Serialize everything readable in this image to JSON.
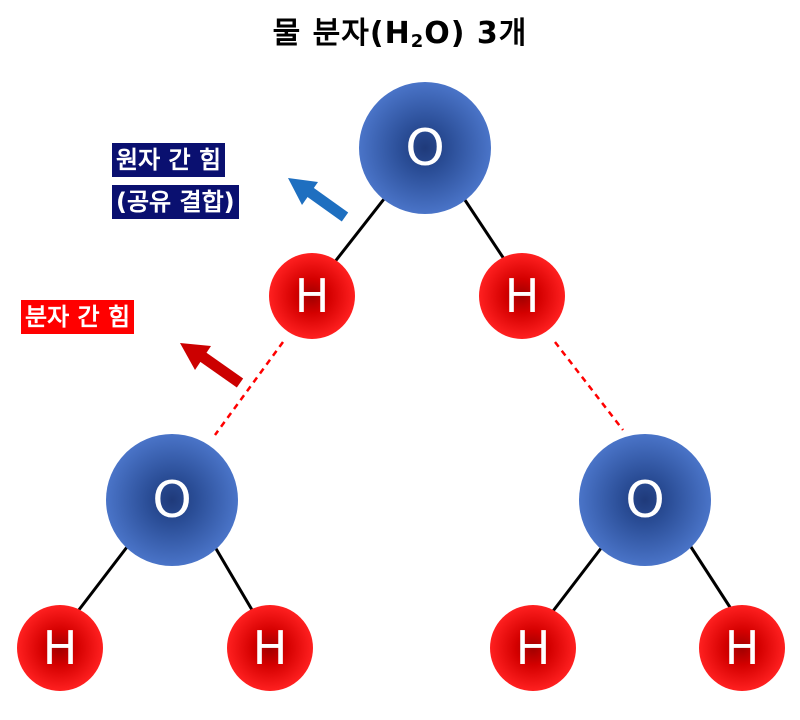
{
  "title": {
    "main": "물 분자(H",
    "subscript": "2",
    "suffix": "O) 3개"
  },
  "labels": {
    "covalent_line1": "원자 간 힘",
    "covalent_line2": "(공유 결합)",
    "intermolecular": "분자 간 힘"
  },
  "atoms": {
    "oxygen": "O",
    "hydrogen": "H"
  },
  "colors": {
    "oxygen_fill": "#3f6ac0",
    "oxygen_core": "#1f3a7a",
    "hydrogen_fill": "#ff1a1a",
    "hydrogen_core": "#a00000",
    "covalent_tag_bg": "#0a1070",
    "intermolecular_tag_bg": "#ff0000",
    "covalent_arrow": "#1e6fc0",
    "intermolecular_arrow": "#cc0000",
    "hydrogen_bond_line": "#ff0000"
  }
}
